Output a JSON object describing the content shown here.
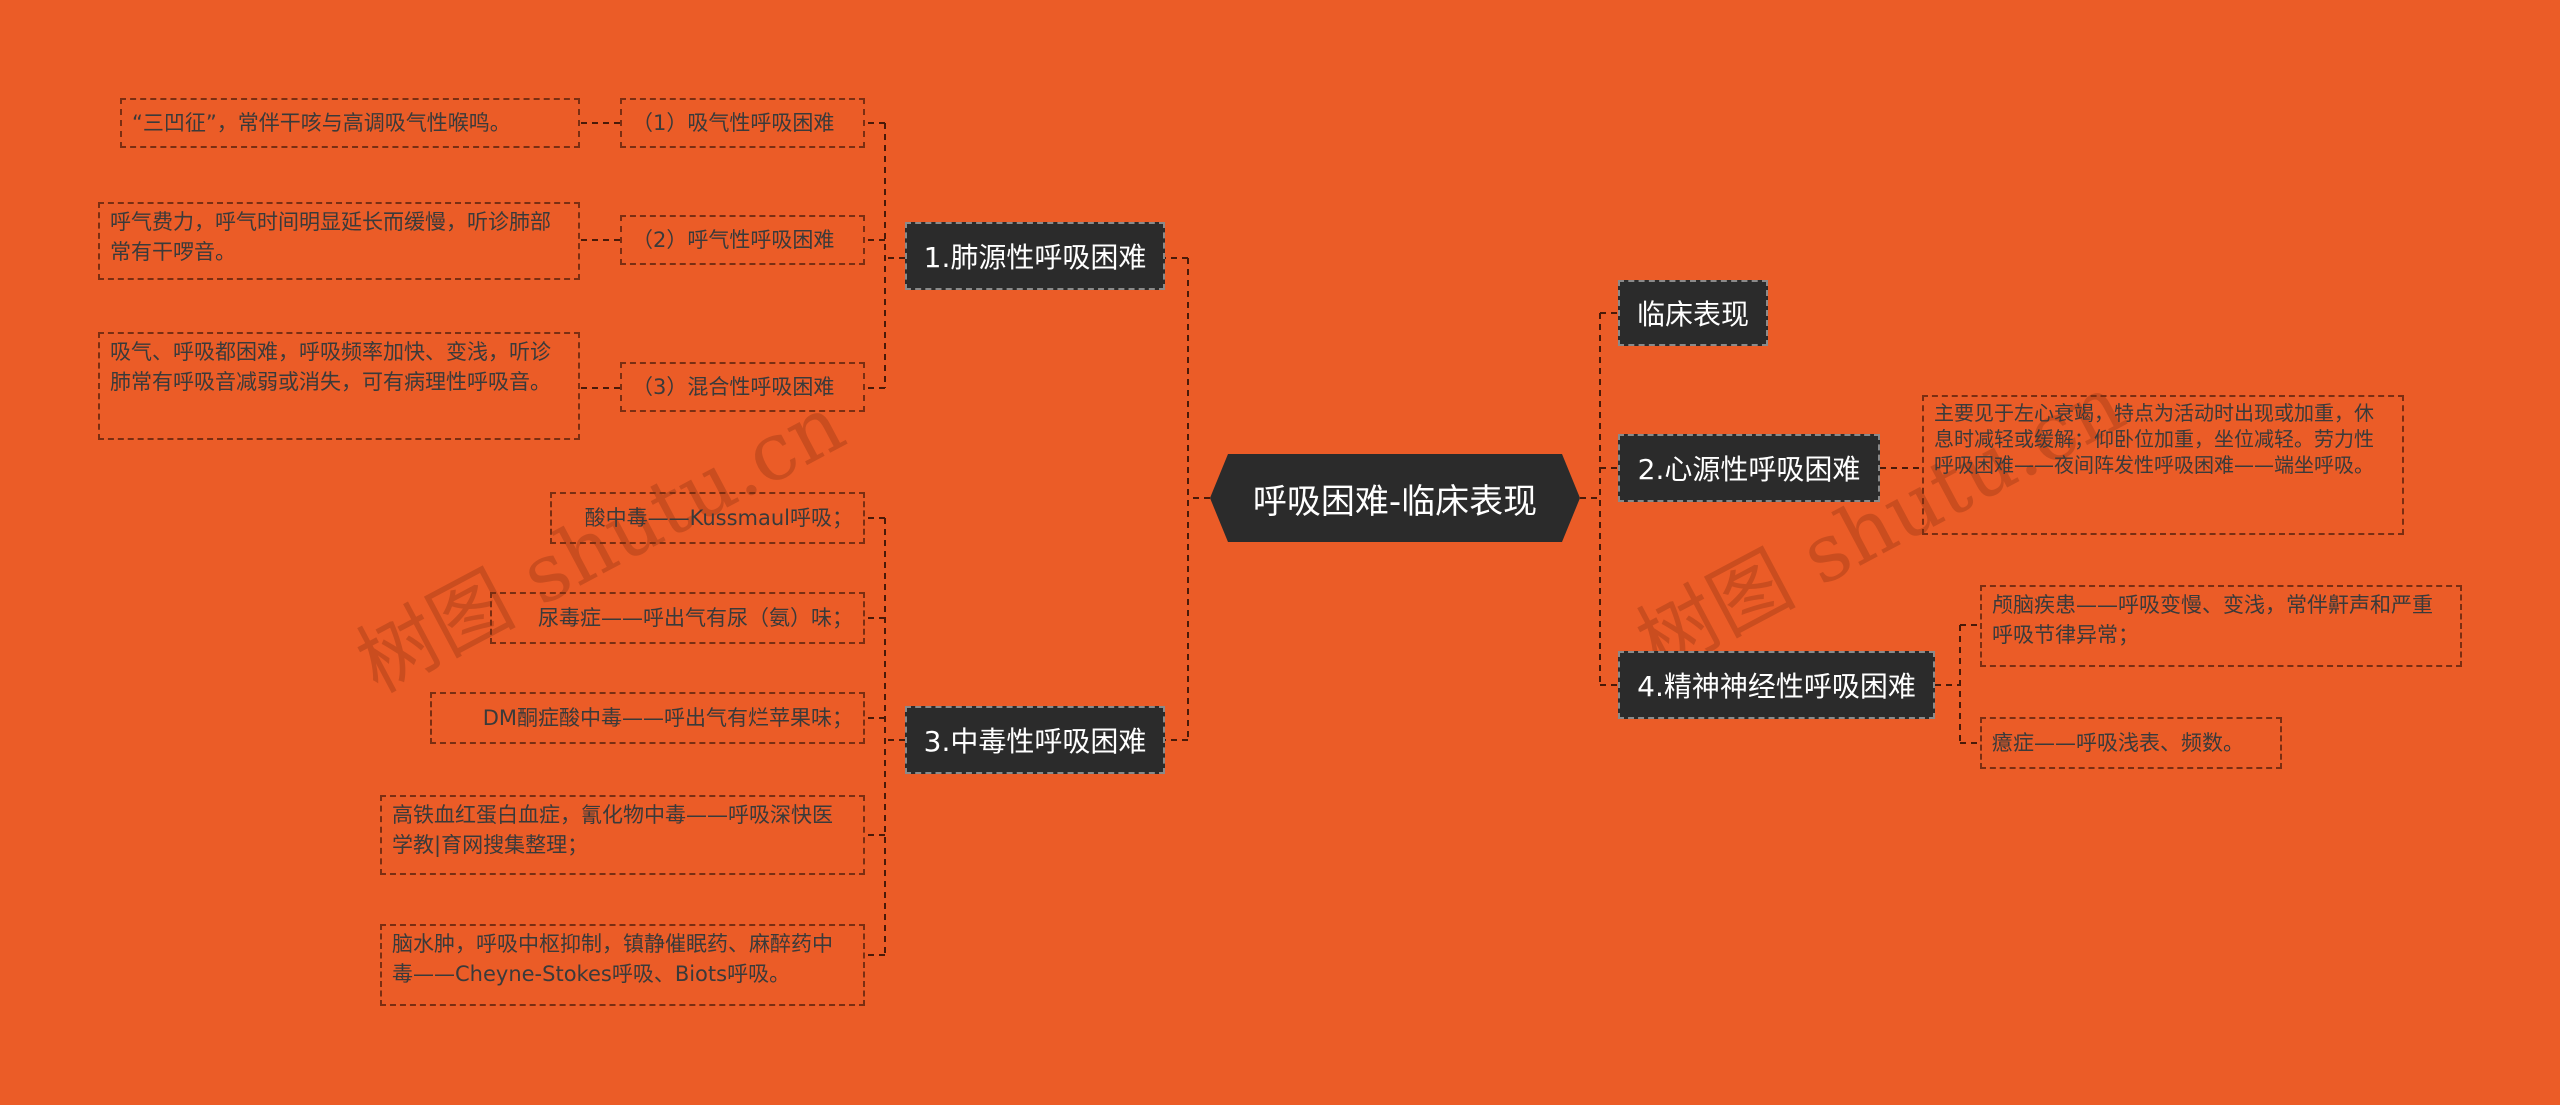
{
  "root": "呼吸困难-临床表现",
  "left": {
    "pulmonary": {
      "label": "1.肺源性呼吸困难",
      "subs": [
        {
          "label": "（1）吸气性呼吸困难",
          "detail": "“三凹征”，常伴干咳与高调吸气性喉鸣。"
        },
        {
          "label": "（2）呼气性呼吸困难",
          "detail": "呼气费力，呼气时间明显延长而缓慢，听诊肺部常有干啰音。"
        },
        {
          "label": "（3）混合性呼吸困难",
          "detail": "吸气、呼吸都困难，呼吸频率加快、变浅，听诊肺常有呼吸音减弱或消失，可有病理性呼吸音。"
        }
      ]
    },
    "toxic": {
      "label": "3.中毒性呼吸困难",
      "items": [
        "酸中毒——Kussmaul呼吸；",
        "尿毒症——呼出气有尿（氨）味；",
        "DM酮症酸中毒——呼出气有烂苹果味；",
        "高铁血红蛋白血症，氰化物中毒——呼吸深快医学教|育网搜集整理；",
        "脑水肿，呼吸中枢抑制，镇静催眠药、麻醉药中毒——Cheyne-Stokes呼吸、Biots呼吸。"
      ]
    }
  },
  "right": {
    "clinical": {
      "label": "临床表现"
    },
    "cardiac": {
      "label": "2.心源性呼吸困难",
      "detail": "主要见于左心衰竭，特点为活动时出现或加重，休息时减轻或缓解；仰卧位加重，坐位减轻。劳力性呼吸困难——夜间阵发性呼吸困难——端坐呼吸。"
    },
    "neuro": {
      "label": "4.精神神经性呼吸困难",
      "items": [
        "颅脑疾患——呼吸变慢、变浅，常伴鼾声和严重呼吸节律异常；",
        "癔症——呼吸浅表、频数。"
      ]
    }
  },
  "watermarks": [
    "树图 shutu.cn",
    "树图 shutu.cn"
  ]
}
